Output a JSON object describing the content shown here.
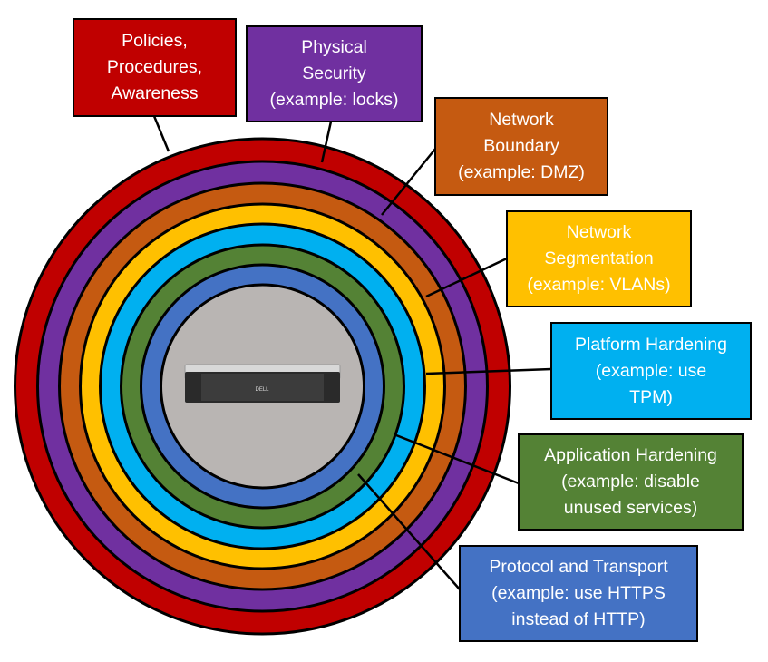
{
  "rings": [
    {
      "name": "policies",
      "color": "#C00000"
    },
    {
      "name": "physical-security",
      "color": "#7030A0"
    },
    {
      "name": "network-boundary",
      "color": "#C55A11"
    },
    {
      "name": "network-segmentation",
      "color": "#FFC000"
    },
    {
      "name": "platform-hardening",
      "color": "#00B0F0"
    },
    {
      "name": "application-hardening",
      "color": "#548235"
    },
    {
      "name": "protocol-transport",
      "color": "#4472C4"
    }
  ],
  "core": {
    "color": "#B9B5B3",
    "server_logo": "DELL"
  },
  "labels": {
    "policies": "Policies,\nProcedures,\nAwareness",
    "physical": "Physical\nSecurity\n(example: locks)",
    "boundary": "Network\nBoundary\n(example: DMZ)",
    "segmentation": "Network\nSegmentation\n(example: VLANs)",
    "platform": "Platform Hardening\n(example: use\nTPM)",
    "application": "Application Hardening\n(example: disable\nunused services)",
    "protocol": "Protocol and Transport\n(example: use HTTPS\ninstead of HTTP)"
  }
}
